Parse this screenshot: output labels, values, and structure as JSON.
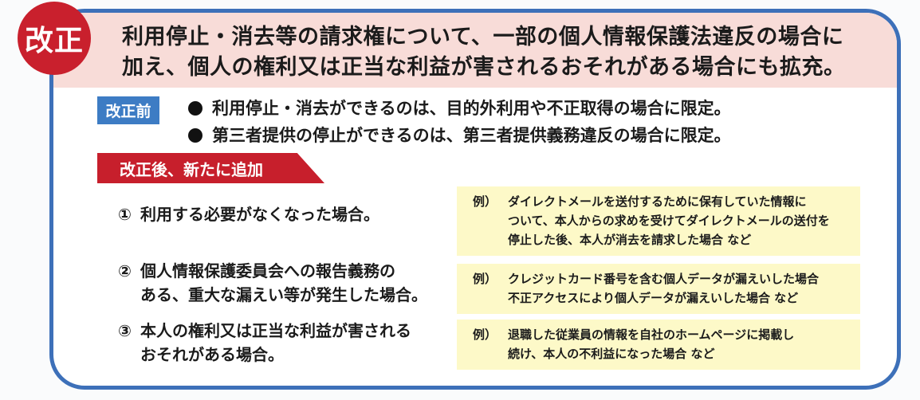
{
  "colors": {
    "frame_border": "#3d70b9",
    "header_bg": "#f8dcd8",
    "badge_red": "#c9202d",
    "before_tag_blue": "#3d7cc4",
    "after_banner_red": "#c71f2c",
    "example_bg": "#fdf9c8"
  },
  "badge": {
    "label": "改正",
    "icon": "red-circle-badge"
  },
  "header": {
    "line1": "利用停止・消去等の請求権について、一部の個人情報保護法違反の場合に",
    "line2": "加え、個人の権利又は正当な利益が害されるおそれがある場合にも拡充。"
  },
  "before": {
    "tag": "改正前",
    "bullet_icon": "black-dot",
    "items": [
      "利用停止・消去ができるのは、目的外利用や不正取得の場合に限定。",
      "第三者提供の停止ができるのは、第三者提供義務違反の場合に限定。"
    ]
  },
  "after": {
    "banner": "改正後、新たに追加",
    "cases": [
      {
        "num": "①",
        "lines": [
          "利用する必要がなくなった場合。"
        ]
      },
      {
        "num": "②",
        "lines": [
          "個人情報保護委員会への報告義務の",
          "ある、重大な漏えい等が発生した場合。"
        ]
      },
      {
        "num": "③",
        "lines": [
          "本人の権利又は正当な利益が害される",
          "おそれがある場合。"
        ]
      }
    ],
    "examples": [
      {
        "label": "例）",
        "lines": [
          "ダイレクトメールを送付するために保有していた情報に",
          "ついて、本人からの求めを受けてダイレクトメールの送付を",
          "停止した後、本人が消去を請求した場合 など"
        ]
      },
      {
        "label": "例）",
        "lines": [
          "クレジットカード番号を含む個人データが漏えいした場合",
          "不正アクセスにより個人データが漏えいした場合 など"
        ]
      },
      {
        "label": "例）",
        "lines": [
          "退職した従業員の情報を自社のホームページに掲載し",
          "続け、本人の不利益になった場合 など"
        ]
      }
    ]
  }
}
